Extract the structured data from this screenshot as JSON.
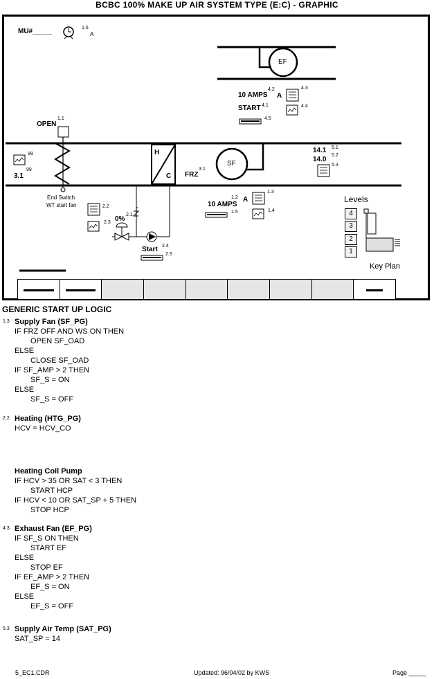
{
  "title": "BCBC 100% MAKE UP AIR SYSTEM TYPE (E:C)  -  GRAPHIC",
  "graphic": {
    "mu_label": "MU#_____",
    "clock_ref": "1.6",
    "clock_suffix": "A",
    "ef_label": "EF",
    "ef_amps": "10 AMPS",
    "ef_amps_ref": "4.2",
    "ef_amps_suffix": "A",
    "ef_ref_43": "4.3",
    "ef_start": "START",
    "ef_start_ref": "4.1",
    "ef_ref_44": "4.4",
    "ef_ref_45": "4.5",
    "open_label": "OPEN",
    "open_ref": "1.1",
    "temp_left_ref": "99",
    "temp_left_val": "3.1",
    "temp_left_ref2": "99",
    "h_label": "H",
    "c_label": "C",
    "frz_label": "FRZ",
    "frz_ref": "3.1",
    "sf_label": "SF",
    "sat_val1": "14.1",
    "sat_ref1": "5.1",
    "sat_val2": "14.0",
    "sat_ref2": "5.2",
    "sat_ref3": "5.3",
    "endswitch_line1": "End Switch",
    "endswitch_line2": "WT start fan",
    "ref_22": "2.2",
    "ref_23": "2.3",
    "valve_pct": "0%",
    "valve_ref": "2.1",
    "sf_amps": "10 AMPS",
    "sf_amps_ref": "1.2",
    "sf_amps_suffix": "A",
    "ref_13": "1.3",
    "ref_15": "1.5",
    "ref_14": "1.4",
    "pump_start": "Start",
    "pump_ref": "2.4",
    "pump_ref2": "2.5",
    "levels_title": "Levels",
    "levels": [
      "4",
      "3",
      "2",
      "1"
    ],
    "key_plan": "Key Plan"
  },
  "logic": {
    "heading": "GENERIC START UP LOGIC",
    "sections": [
      {
        "ref": "1.3",
        "title": "Supply Fan (SF_PG)",
        "lines": [
          {
            "indent": 1,
            "text": "IF FRZ OFF AND WS ON THEN"
          },
          {
            "indent": 2,
            "text": "OPEN SF_OAD"
          },
          {
            "indent": 1,
            "text": "ELSE"
          },
          {
            "indent": 2,
            "text": "CLOSE SF_OAD"
          },
          {
            "indent": 1,
            "text": "IF SF_AMP > 2 THEN"
          },
          {
            "indent": 2,
            "text": "SF_S = ON"
          },
          {
            "indent": 1,
            "text": "ELSE"
          },
          {
            "indent": 2,
            "text": "SF_S = OFF"
          }
        ]
      },
      {
        "ref": "2.2",
        "title": "Heating (HTG_PG)",
        "lines": [
          {
            "indent": 1,
            "text": "HCV = HCV_CO"
          }
        ]
      },
      {
        "ref": "",
        "title": "Heating Coil Pump",
        "lines": [
          {
            "indent": 1,
            "text": "IF HCV > 35 OR SAT < 3 THEN"
          },
          {
            "indent": 2,
            "text": "START HCP"
          },
          {
            "indent": 1,
            "text": "IF HCV < 10 OR SAT_SP + 5 THEN"
          },
          {
            "indent": 2,
            "text": "STOP HCP"
          }
        ]
      },
      {
        "ref": "4.3",
        "title": "Exhaust Fan (EF_PG)",
        "lines": [
          {
            "indent": 1,
            "text": "IF SF_S ON THEN"
          },
          {
            "indent": 2,
            "text": "START EF"
          },
          {
            "indent": 1,
            "text": "ELSE"
          },
          {
            "indent": 2,
            "text": "STOP EF"
          },
          {
            "indent": 1,
            "text": "IF EF_AMP > 2 THEN"
          },
          {
            "indent": 2,
            "text": "EF_S = ON"
          },
          {
            "indent": 1,
            "text": "ELSE"
          },
          {
            "indent": 2,
            "text": "EF_S = OFF"
          }
        ]
      },
      {
        "ref": "5.3",
        "title": "Supply Air Temp (SAT_PG)",
        "lines": [
          {
            "indent": 1,
            "text": "SAT_SP = 14"
          }
        ]
      }
    ]
  },
  "footer": {
    "file": "5_EC1.CDR",
    "updated": "Updated: 96/04/02 by KWS",
    "page": "Page _____"
  }
}
